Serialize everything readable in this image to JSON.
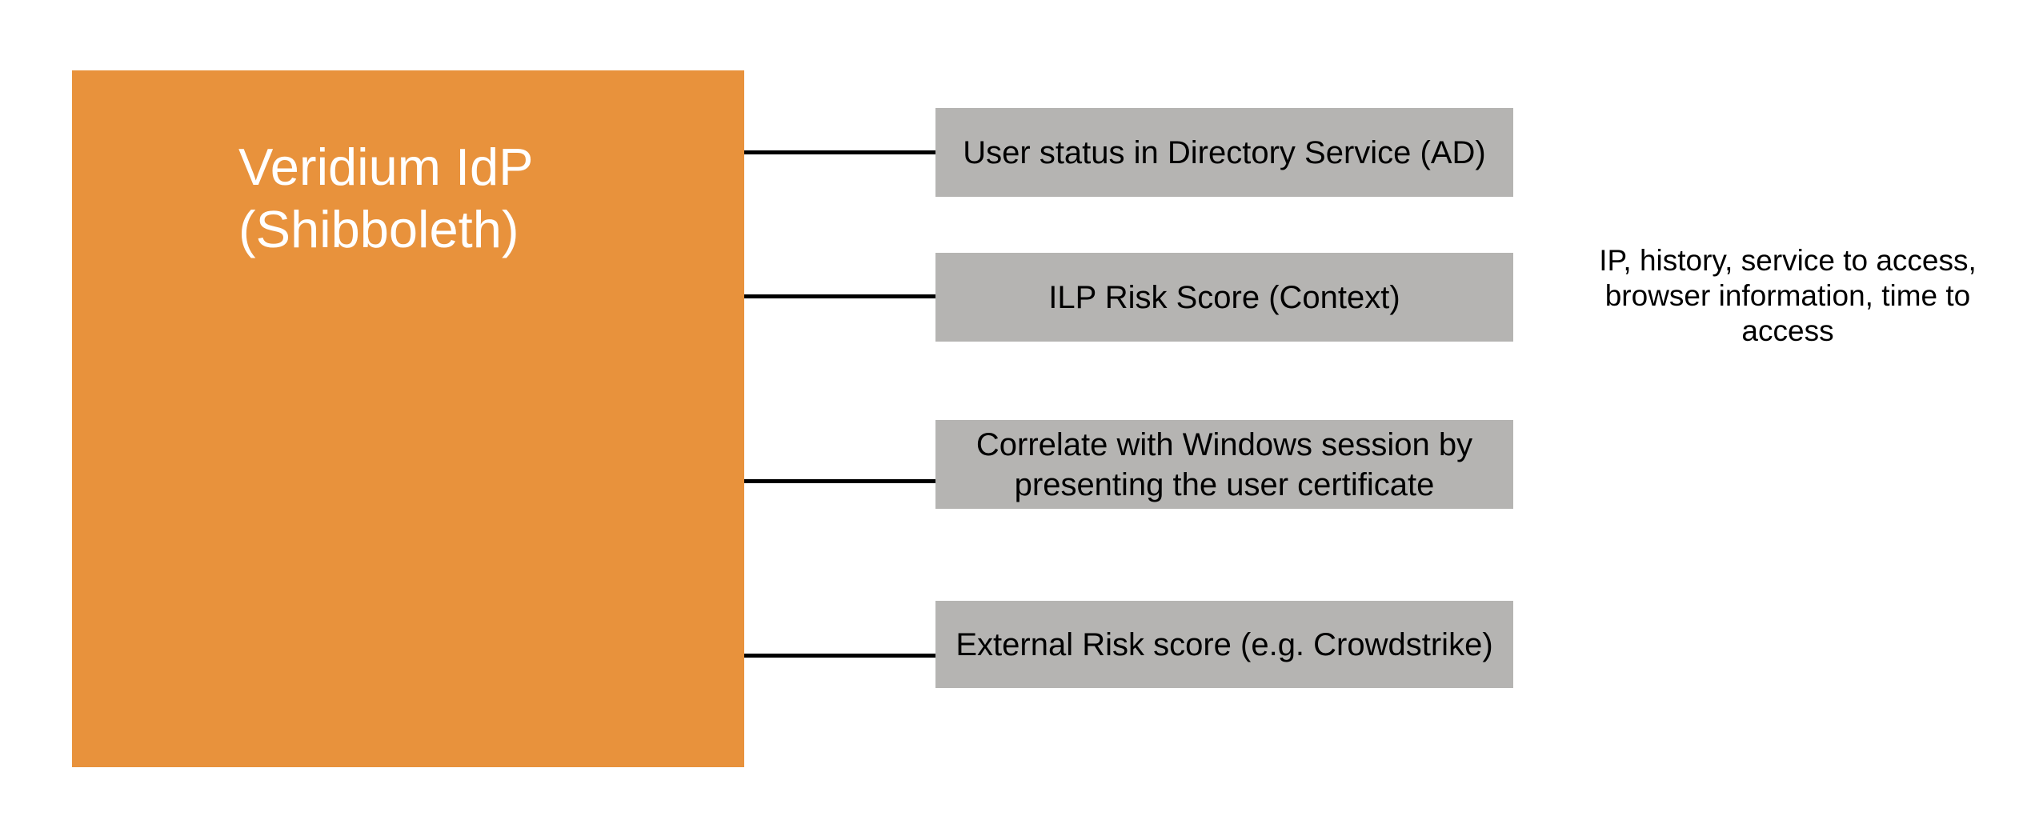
{
  "diagram": {
    "idp_box": {
      "label": "Veridium IdP\n(Shibboleth)",
      "fill_color": "#e8923c",
      "text_color": "#ffffff"
    },
    "factor_boxes": [
      {
        "label": "User status in Directory Service (AD)"
      },
      {
        "label": "ILP Risk Score (Context)"
      },
      {
        "label": "Correlate with Windows session by\npresenting the user certificate"
      },
      {
        "label": "External Risk score (e.g. Crowdstrike)"
      }
    ],
    "factor_fill_color": "#b5b4b2",
    "connector_color": "#000000",
    "side_note": {
      "text": "IP, history, service to access, browser information, time to access"
    }
  }
}
